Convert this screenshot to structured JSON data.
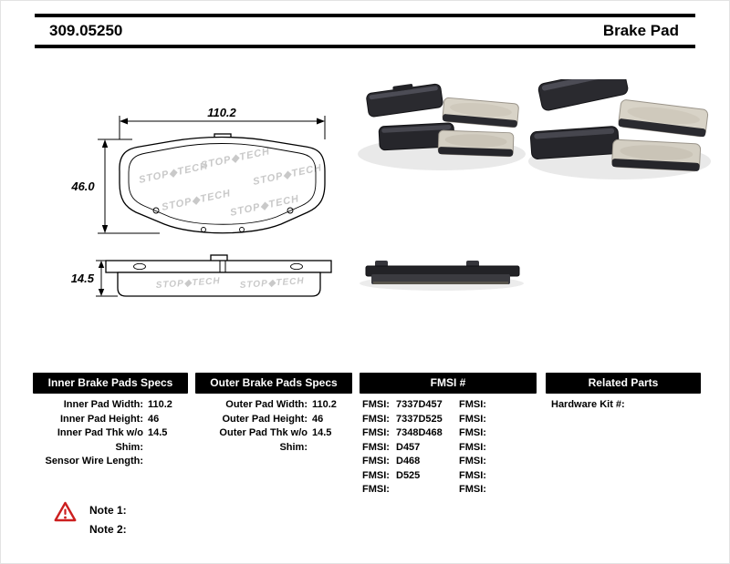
{
  "header": {
    "part_number": "309.05250",
    "title": "Brake Pad"
  },
  "diagram": {
    "width_label": "110.2",
    "height_label": "46.0",
    "thickness_label": "14.5",
    "watermark": "STOP◆TECH"
  },
  "tables": {
    "inner": {
      "title": "Inner Brake Pads Specs",
      "rows": [
        {
          "label": "Inner Pad Width:",
          "value": "110.2"
        },
        {
          "label": "Inner Pad Height:",
          "value": "46"
        },
        {
          "label": "Inner Pad Thk w/o Shim:",
          "value": "14.5"
        },
        {
          "label": "Sensor Wire Length:",
          "value": ""
        }
      ]
    },
    "outer": {
      "title": "Outer Brake Pads Specs",
      "rows": [
        {
          "label": "Outer Pad Width:",
          "value": "110.2"
        },
        {
          "label": "Outer Pad Height:",
          "value": "46"
        },
        {
          "label": "Outer Pad Thk w/o Shim:",
          "value": "14.5"
        }
      ]
    },
    "fmsi": {
      "title": "FMSI #",
      "rows": [
        {
          "label_left": "FMSI:",
          "value_left": "7337D457",
          "label_right": "FMSI:",
          "value_right": ""
        },
        {
          "label_left": "FMSI:",
          "value_left": "7337D525",
          "label_right": "FMSI:",
          "value_right": ""
        },
        {
          "label_left": "FMSI:",
          "value_left": "7348D468",
          "label_right": "FMSI:",
          "value_right": ""
        },
        {
          "label_left": "FMSI:",
          "value_left": "D457",
          "label_right": "FMSI:",
          "value_right": ""
        },
        {
          "label_left": "FMSI:",
          "value_left": "D468",
          "label_right": "FMSI:",
          "value_right": ""
        },
        {
          "label_left": "FMSI:",
          "value_left": "D525",
          "label_right": "FMSI:",
          "value_right": ""
        },
        {
          "label_left": "FMSI:",
          "value_left": "",
          "label_right": "FMSI:",
          "value_right": ""
        }
      ]
    },
    "related": {
      "title": "Related Parts",
      "rows": [
        {
          "label": "Hardware Kit #:",
          "value": ""
        }
      ]
    }
  },
  "notes": {
    "note1": "Note 1:",
    "note2": "Note 2:"
  }
}
